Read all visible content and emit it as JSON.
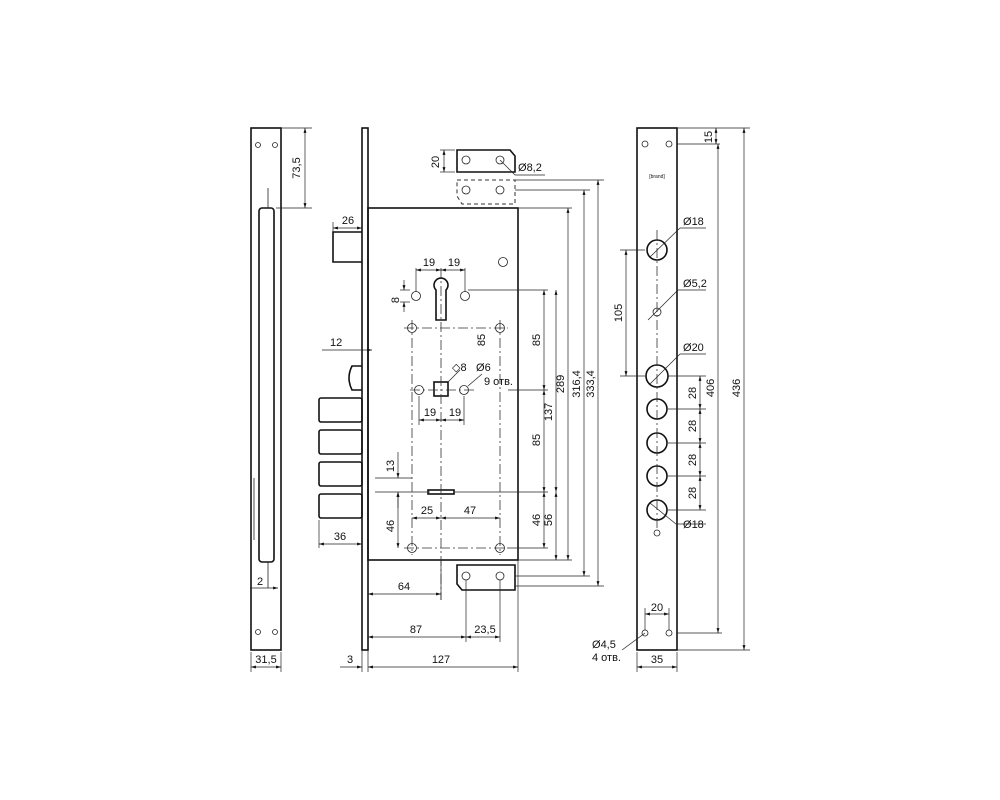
{
  "labels": {
    "side_73_5": "73,5",
    "side_2": "2",
    "side_31_5": "31,5",
    "case_26": "26",
    "case_12": "12",
    "case_36": "36",
    "case_3": "3",
    "case_13": "13",
    "case_46_left": "46",
    "case_64": "64",
    "case_87": "87",
    "case_127": "127",
    "case_23_5": "23,5",
    "case_19_a": "19",
    "case_19_b": "19",
    "case_8": "8",
    "case_85_a": "85",
    "case_8_sq": "8",
    "case_6": "6",
    "case_9_holes": "9 отв.",
    "case_19_c": "19",
    "case_19_d": "19",
    "case_25": "25",
    "case_47": "47",
    "case_20": "20",
    "case_8_2": "8,2",
    "case_85_b": "85",
    "case_137": "137",
    "case_85_c": "85",
    "case_46_right": "46",
    "case_56": "56",
    "case_289": "289",
    "case_316_4": "316,4",
    "case_333_4": "333,4",
    "face_15": "15",
    "face_18_a": "18",
    "face_5_2": "5,2",
    "face_105": "105",
    "face_20_hole": "20",
    "face_28_a": "28",
    "face_28_b": "28",
    "face_28_c": "28",
    "face_28_d": "28",
    "face_18_b": "18",
    "face_406": "406",
    "face_436": "436",
    "face_20_bottom": "20",
    "face_4_5": "4,5",
    "face_4_holes": "4 отв.",
    "face_35": "35",
    "brand_mark": "[brand]"
  }
}
